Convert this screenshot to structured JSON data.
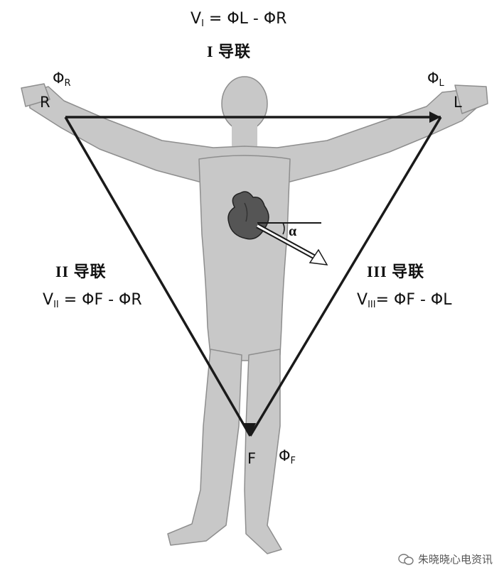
{
  "leads": {
    "I": {
      "name": "I 导联",
      "eq_lhs": "V",
      "eq_lhs_sub": "I",
      "eq_rhs": " = ΦL - ΦR"
    },
    "II": {
      "name": "II 导联",
      "eq_lhs": "V",
      "eq_lhs_sub": "II",
      "eq_rhs": " = ΦF - ΦR"
    },
    "III": {
      "name": "III 导联",
      "eq_lhs": "V",
      "eq_lhs_sub": "III",
      "eq_rhs": "= ΦF - ΦL"
    }
  },
  "potentials": {
    "R": {
      "symbol": "Φ",
      "sub": "R"
    },
    "L": {
      "symbol": "Φ",
      "sub": "L"
    },
    "F": {
      "symbol": "Φ",
      "sub": "F"
    }
  },
  "electrodes": {
    "R": "R",
    "L": "L",
    "F": "F"
  },
  "angle_label": "α",
  "watermark": "朱晓晓心电资讯",
  "colors": {
    "body": "#c8c8c8",
    "heart": "#555555",
    "lines": "#1a1a1a"
  }
}
